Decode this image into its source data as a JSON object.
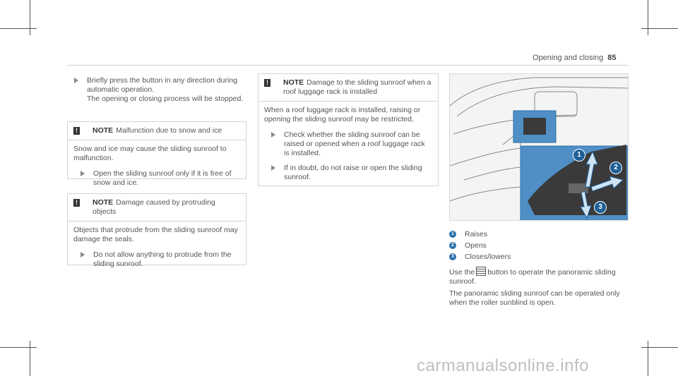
{
  "header": {
    "section": "Opening and closing",
    "page": "85"
  },
  "col1": {
    "steps": [
      "Briefly press the button in any direction during automatic operation.\nThe opening or closing process will be stopped."
    ],
    "note1": {
      "label": "NOTE",
      "title": "Malfunction due to snow and ice",
      "body": "Snow and ice may cause the sliding sunroof to malfunction.",
      "step": "Open the sliding sunroof only if it is free of snow and ice."
    },
    "note2": {
      "label": "NOTE",
      "title": "Damage caused by protruding objects",
      "body": "Objects that protrude from the sliding sunroof may damage the seals.",
      "step": "Do not allow anything to protrude from the sliding sunroof."
    }
  },
  "col2": {
    "note": {
      "label": "NOTE",
      "title": "Damage to the sliding sunroof when a roof luggage rack is installed",
      "body": "When a roof luggage rack is installed, raising or opening the sliding sunroof may be restricted.",
      "step1": "Check whether the sliding sunroof can be raised or opened when a roof luggage rack is installed.",
      "step2": "If in doubt, do not raise or open the sliding sunroof."
    }
  },
  "col3": {
    "callouts": [
      "1",
      "2",
      "3"
    ],
    "legend": [
      {
        "num": "1",
        "label": "Raises"
      },
      {
        "num": "2",
        "label": "Opens"
      },
      {
        "num": "3",
        "label": "Closes/lowers"
      }
    ],
    "use_before": "Use the",
    "use_after": "button to operate the panoramic sliding sunroof.",
    "para2": "The panoramic sliding sunroof can be operated only when the roller sunblind is open."
  },
  "watermark": "carmanualsonline.info",
  "colors": {
    "accent": "#2a6fa8",
    "inset_bg": "#4f8fc6",
    "callout": "#1f5f99"
  }
}
